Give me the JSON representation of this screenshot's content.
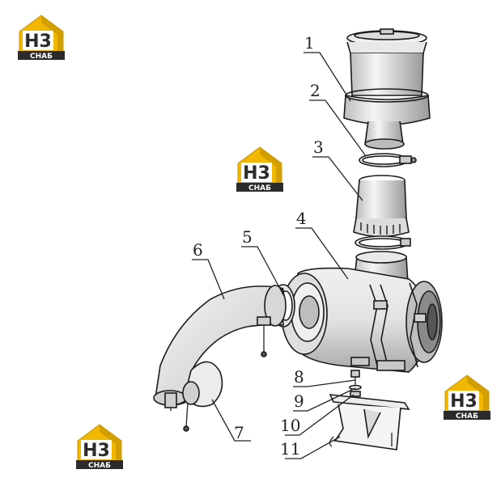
{
  "logo": {
    "mark": "H3",
    "caption": "CHAБ"
  },
  "callouts": [
    "1",
    "2",
    "3",
    "4",
    "5",
    "6",
    "7",
    "8",
    "9",
    "10",
    "11"
  ],
  "colors": {
    "brand_yellow": "#f2b700",
    "brand_dark": "#2b2b2b",
    "line": "#1b1b1b",
    "fill_light": "#f2f2f2",
    "fill_mid": "#d6d6d6",
    "fill_dark": "#8a8a8a"
  }
}
